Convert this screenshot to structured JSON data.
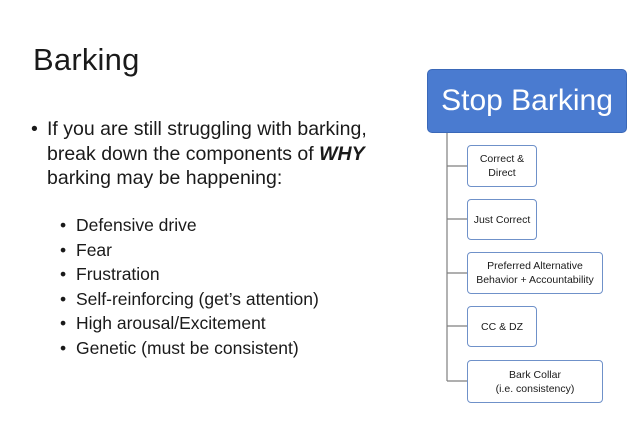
{
  "slide": {
    "title": "Barking",
    "main_bullet": {
      "text_before": "If you are still struggling with barking, break down the components of ",
      "emphasis": "WHY",
      "text_after": " barking may be happening:"
    },
    "sub_bullets": [
      "Defensive drive",
      "Fear",
      "Frustration",
      "Self-reinforcing (get’s attention)",
      "High arousal/Excitement",
      "Genetic (must be consistent)"
    ],
    "bullet_glyph": "•"
  },
  "org_chart": {
    "root": "Stop Barking",
    "children": [
      {
        "line1": "Correct &",
        "line2": "Direct"
      },
      {
        "line1": "Just Correct",
        "line2": ""
      },
      {
        "line1": "Preferred Alternative",
        "line2": "Behavior + Accountability"
      },
      {
        "line1": "CC & DZ",
        "line2": ""
      },
      {
        "line1": "Bark Collar",
        "line2": "(i.e. consistency)"
      }
    ],
    "colors": {
      "root_fill": "#4a7bd0",
      "box_border": "#6f91c9",
      "connector": "#7f7f7f"
    }
  }
}
